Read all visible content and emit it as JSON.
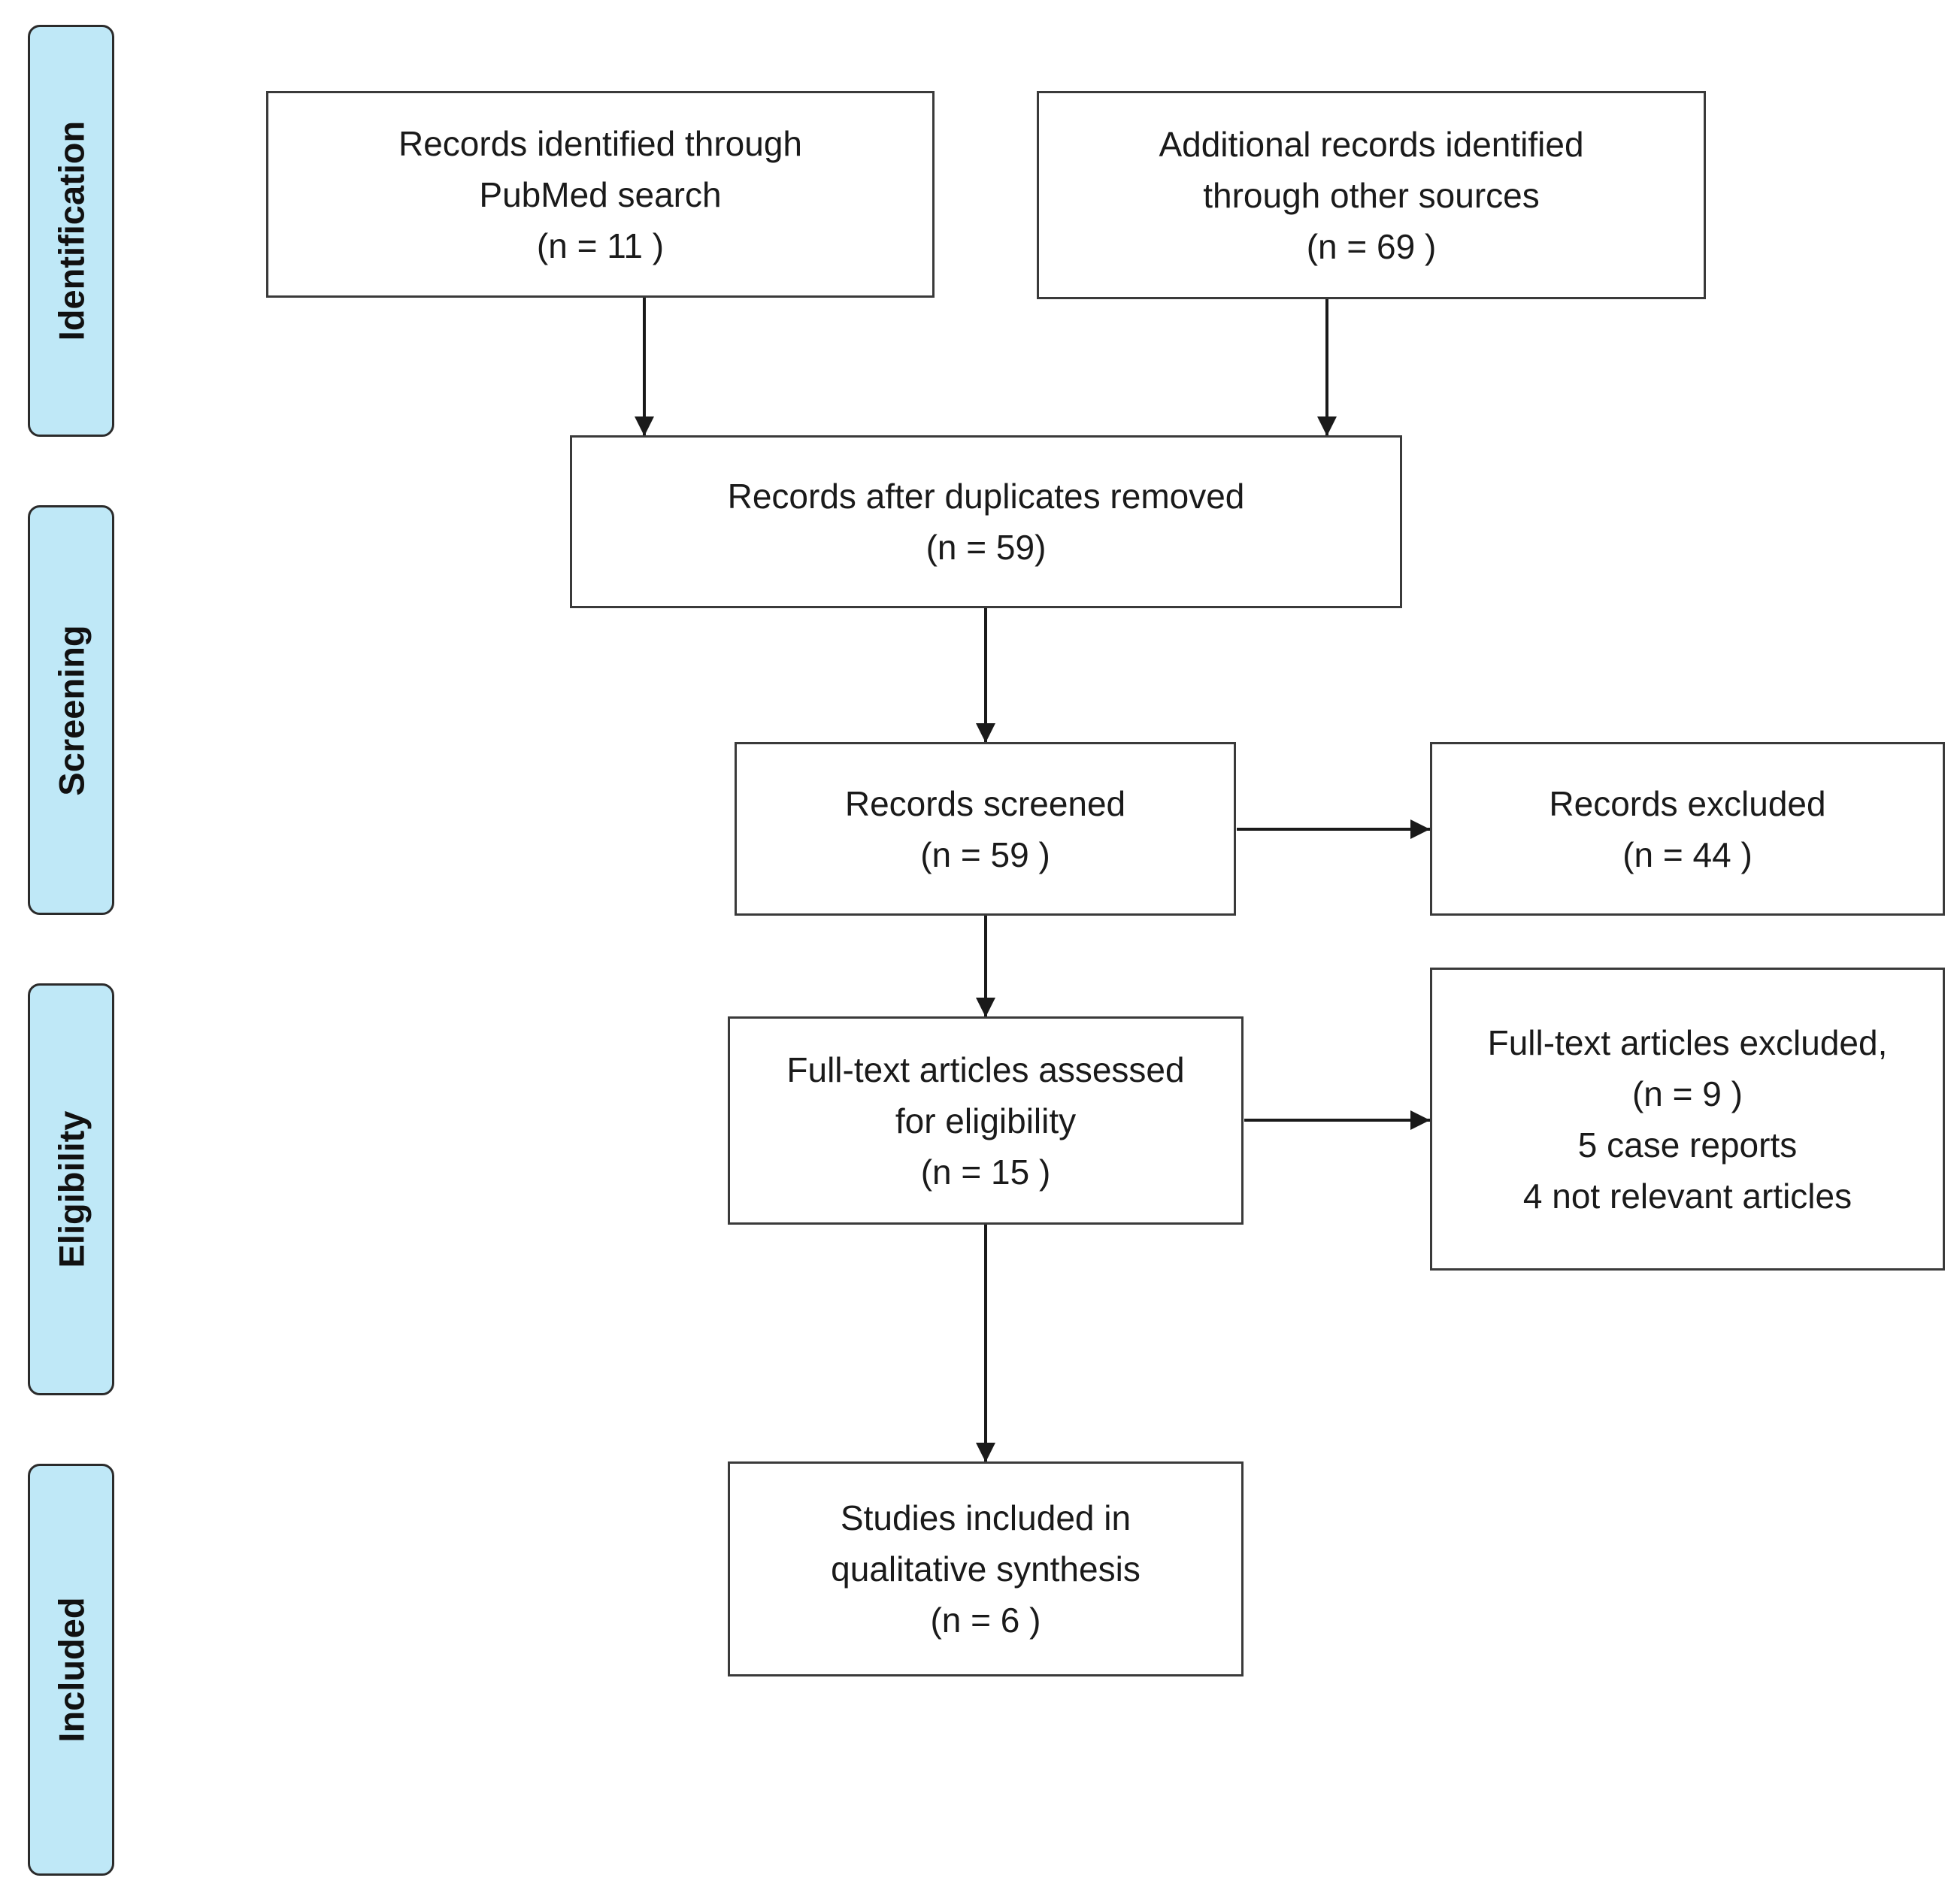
{
  "phases": {
    "identification": "Identification",
    "screening": "Screening",
    "eligibility": "Eligibility",
    "included": "Included"
  },
  "boxes": {
    "pubmed": {
      "line1": "Records identified through",
      "line2": "PubMed search",
      "line3": "(n = 11 )"
    },
    "other_sources": {
      "line1": "Additional records identified",
      "line2": "through other sources",
      "line3": "(n = 69 )"
    },
    "duplicates_removed": {
      "line1": "Records after duplicates removed",
      "line2": "(n = 59)"
    },
    "screened": {
      "line1": "Records screened",
      "line2": "(n = 59 )"
    },
    "excluded": {
      "line1": "Records excluded",
      "line2": "(n = 44 )"
    },
    "fulltext_assessed": {
      "line1": "Full-text articles assessed",
      "line2": "for eligibility",
      "line3": "(n = 15 )"
    },
    "fulltext_excluded": {
      "line1": "Full-text articles excluded,",
      "line2": "(n = 9 )",
      "line3": "5 case reports",
      "line4": "4 not relevant articles"
    },
    "included": {
      "line1": "Studies included in",
      "line2": "qualitative synthesis",
      "line3": "(n = 6 )"
    }
  },
  "colors": {
    "phase_fill": "#bfe8f7",
    "line": "#1a1a1a"
  }
}
